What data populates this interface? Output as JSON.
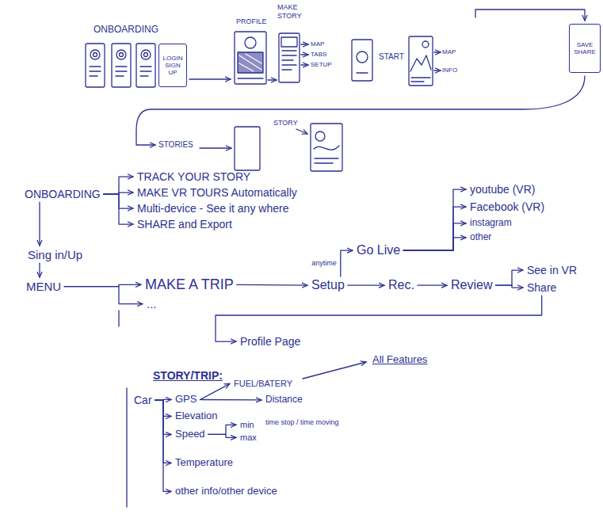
{
  "diagram": {
    "nodes": [
      {
        "text": [
          "LOGIN SIGN UP"
        ]
      },
      {
        "text": [
          "SAVE SHARE"
        ]
      },
      {
        "text": [
          "ONBOARDING"
        ]
      },
      {
        "text": [
          "TRACK YOUR STORY"
        ]
      },
      {
        "text": [
          "MAKE VR TOURS Automatically"
        ]
      },
      {
        "text": [
          "Multi-device - See it any where"
        ]
      },
      {
        "text": [
          "SHARE and Export"
        ]
      },
      {
        "text": [
          "Sing in/Up"
        ]
      },
      {
        "text": [
          "MENU"
        ]
      },
      {
        "text": [
          "MAKE A TRIP"
        ]
      },
      {
        "text": [
          "..."
        ]
      },
      {
        "text": [
          "Setup"
        ]
      },
      {
        "text": [
          "Go Live"
        ]
      },
      {
        "text": [
          "youtube (VR)"
        ]
      },
      {
        "text": [
          "Facebook (VR)"
        ]
      },
      {
        "text": [
          "instagram"
        ]
      },
      {
        "text": [
          "other"
        ]
      },
      {
        "text": [
          "Rec."
        ]
      },
      {
        "text": [
          "Review"
        ]
      },
      {
        "text": [
          "See in VR"
        ]
      },
      {
        "text": [
          "Share"
        ]
      },
      {
        "text": [
          "Profile Page"
        ]
      },
      {
        "text": [
          "Car"
        ]
      },
      {
        "text": [
          "GPS"
        ]
      },
      {
        "text": [
          "FUEL/BATERY"
        ]
      },
      {
        "text": [
          "Distance"
        ]
      },
      {
        "text": [
          "Elevation"
        ]
      },
      {
        "text": [
          "Speed"
        ]
      },
      {
        "text": [
          "min"
        ]
      },
      {
        "text": [
          "max"
        ]
      },
      {
        "text": [
          "Temperature"
        ]
      },
      {
        "text": [
          "other info/other device"
        ]
      }
    ],
    "edges": [
      {
        "from": 2,
        "to": 3,
        "arrow": "to"
      },
      {
        "from": 2,
        "to": 4,
        "arrow": "to"
      },
      {
        "from": 2,
        "to": 5,
        "arrow": "to"
      },
      {
        "from": 2,
        "to": 6,
        "arrow": "to"
      },
      {
        "from": 2,
        "to": 7,
        "arrow": "to"
      },
      {
        "from": 7,
        "to": 8,
        "arrow": "to"
      },
      {
        "from": 8,
        "to": 9,
        "arrow": "to"
      },
      {
        "from": 8,
        "to": 10,
        "arrow": "to"
      },
      {
        "from": 9,
        "to": 11,
        "arrow": "to"
      },
      {
        "from": 11,
        "to": 12,
        "label": "anytime",
        "arrow": "to"
      },
      {
        "from": 12,
        "to": 13,
        "arrow": "to"
      },
      {
        "from": 12,
        "to": 14,
        "arrow": "to"
      },
      {
        "from": 12,
        "to": 15,
        "arrow": "to"
      },
      {
        "from": 12,
        "to": 16,
        "arrow": "to"
      },
      {
        "from": 11,
        "to": 17,
        "arrow": "to"
      },
      {
        "from": 17,
        "to": 18,
        "arrow": "to"
      },
      {
        "from": 18,
        "to": 19,
        "arrow": "to"
      },
      {
        "from": 18,
        "to": 20,
        "arrow": "to"
      },
      {
        "from": 20,
        "to": 21,
        "arrow": "to"
      },
      {
        "from": 22,
        "to": 23,
        "arrow": "to"
      },
      {
        "from": 22,
        "to": 26,
        "arrow": "to"
      },
      {
        "from": 22,
        "to": 27,
        "arrow": "to"
      },
      {
        "from": 22,
        "to": 30,
        "arrow": "to"
      },
      {
        "from": 22,
        "to": 31,
        "arrow": "to"
      },
      {
        "from": 23,
        "to": 24,
        "arrow": "to"
      },
      {
        "from": 23,
        "to": 25,
        "arrow": "to"
      },
      {
        "from": 27,
        "to": 28,
        "arrow": "to"
      },
      {
        "from": 27,
        "to": 29,
        "arrow": "to"
      }
    ],
    "labels": [
      "ONBOARDING",
      "PROFILE",
      "MAKE STORY",
      "MAP",
      "TABS",
      "SETUP",
      "START",
      "MAP",
      "INFO",
      "STORIES",
      "STORY",
      "All Features",
      "STORY/TRIP:",
      "time stop / time moving"
    ]
  }
}
